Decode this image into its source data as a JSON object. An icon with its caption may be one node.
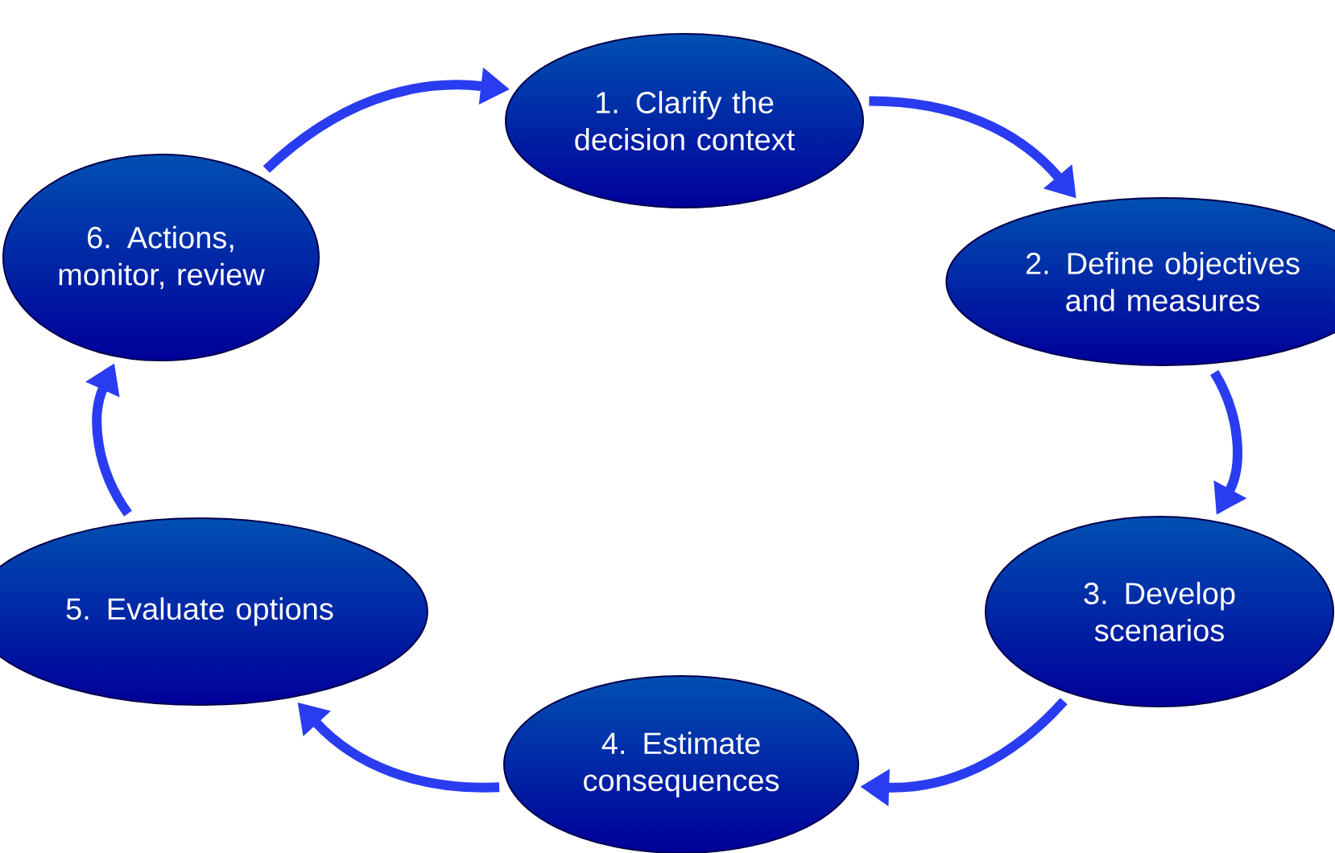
{
  "diagram": {
    "nodes": [
      {
        "text": [
          "1. Clarify the decision context"
        ]
      },
      {
        "text": [
          "2. Define objectives and measures"
        ]
      },
      {
        "text": [
          "3. Develop scenarios"
        ]
      },
      {
        "text": [
          "4. Estimate consequences"
        ]
      },
      {
        "text": [
          "5. Evaluate options"
        ]
      },
      {
        "text": [
          "6. Actions, monitor, review"
        ]
      }
    ],
    "edges": [
      {
        "from": 0,
        "to": 1,
        "arrow": "to"
      },
      {
        "from": 1,
        "to": 2,
        "arrow": "to"
      },
      {
        "from": 2,
        "to": 3,
        "arrow": "to"
      },
      {
        "from": 3,
        "to": 4,
        "arrow": "to"
      },
      {
        "from": 4,
        "to": 5,
        "arrow": "to"
      },
      {
        "from": 5,
        "to": 0,
        "arrow": "to"
      }
    ]
  }
}
